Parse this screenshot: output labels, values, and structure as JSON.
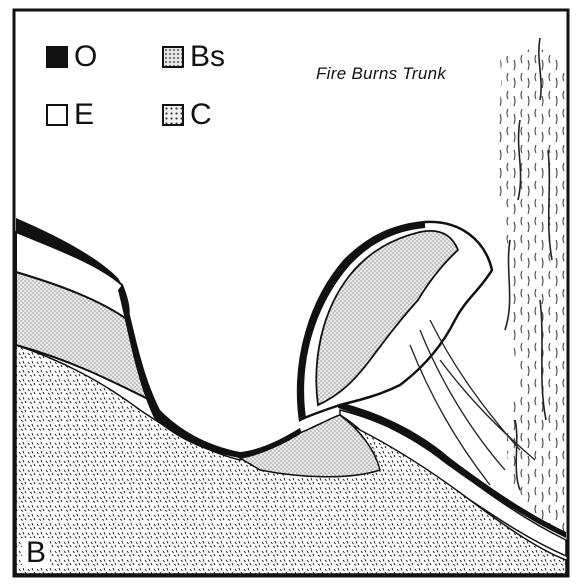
{
  "legend": [
    {
      "key": "o",
      "label": "O",
      "fill": "#111111"
    },
    {
      "key": "bs",
      "label": "Bs",
      "fill": "stippled-fine"
    },
    {
      "key": "e",
      "label": "E",
      "fill": "#ffffff"
    },
    {
      "key": "c",
      "label": "C",
      "fill": "stippled-coarse"
    }
  ],
  "annotation": "Fire Burns Trunk",
  "panel_label": "B",
  "colors": {
    "ink": "#111111",
    "paper": "#ffffff"
  }
}
